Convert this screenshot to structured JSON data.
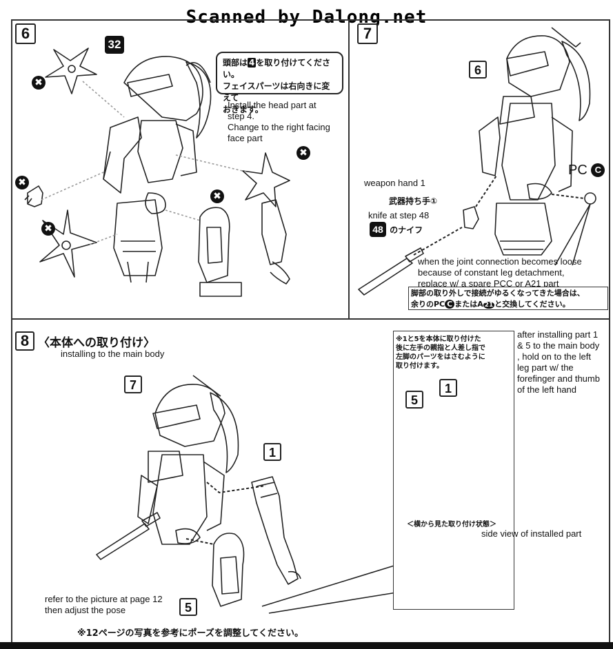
{
  "header": {
    "watermark": "Scanned by Dalong.net"
  },
  "step6": {
    "number": "6",
    "part_badge": "32",
    "callout_jp_line1": "頭部は",
    "callout_jp_ref": "4",
    "callout_jp_line1b": "を取り付けてください。",
    "callout_jp_line2": "フェイスパーツは右向きに変えて",
    "callout_jp_line3": "おきます。",
    "note_en": "Install the head part at\nstep 4.\nChange to the right facing\nface part",
    "x_mark": "✖"
  },
  "step7": {
    "number": "7",
    "ref_step": "6",
    "pc_label": "PC",
    "pc_letter": "C",
    "weapon_hand_en": "weapon hand 1",
    "weapon_hand_jp": "武器持ち手①",
    "knife_en": "knife at step 48",
    "knife_badge": "48",
    "knife_jp": "のナイフ",
    "joint_note_en": "when the joint connection becomes loose\nbecause of constant leg detachment,\nreplace w/ a spare PCC or A21 part",
    "joint_note_jp_line1": "脚部の取り外しで接続がゆるくなってきた場合は、",
    "joint_note_jp_line2": "余りのPC",
    "joint_note_jp_c": "C",
    "joint_note_jp_mid": "またはA",
    "joint_note_jp_21": "21",
    "joint_note_jp_end": "と交換してください。"
  },
  "step8": {
    "number": "8",
    "title_jp": "〈本体への取り付け〉",
    "title_en": "installing to the main body",
    "ref_step": "7",
    "part1": "1",
    "part5": "5",
    "inset_jp_line1": "※1と5を本体に取り付けた",
    "inset_jp_line2": "後に左手の親指と人差し指で",
    "inset_jp_line3": "左脚のパーツをはさむように",
    "inset_jp_line4": "取り付けます。",
    "inset_en": "after installing part 1\n& 5 to the main body\n, hold on to the left\nleg part w/ the\nforefinger and thumb\nof the left hand",
    "inset_part1": "1",
    "inset_part5": "5",
    "side_view_jp": "＜横から見た取り付け状態＞",
    "side_view_en": "side view of installed part",
    "pose_en": "refer to the picture at page 12\nthen adjust the pose",
    "pose_jp": "※12ページの写真を参考にポーズを調整してください。"
  }
}
